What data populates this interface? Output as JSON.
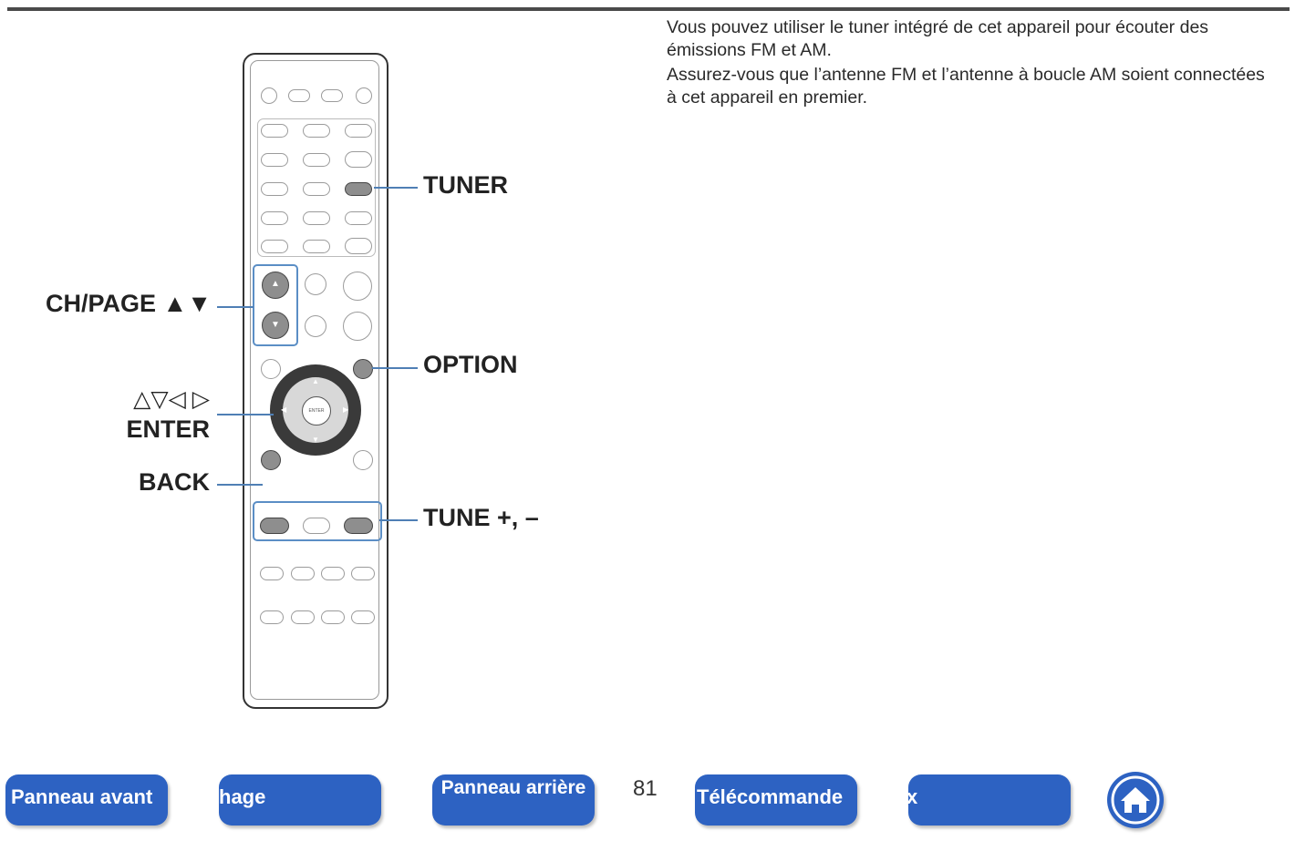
{
  "intro": {
    "line1": "Vous pouvez utiliser le tuner intégré de cet appareil pour écouter des émissions FM et AM.",
    "line2": "Assurez-vous que l’antenne FM et l’antenne à boucle AM soient connectées à cet appareil en premier."
  },
  "callouts": {
    "tuner": "TUNER",
    "ch_page": "CH/PAGE ▲▼",
    "option": "OPTION",
    "cursor_arrows": "△▽◁ ▷",
    "enter": "ENTER",
    "back": "BACK",
    "tune": "TUNE +, –"
  },
  "remote_labels": {
    "enter_center": "ENTER"
  },
  "nav": {
    "front_panel": "Panneau avant",
    "display": "hage",
    "rear_panel": "Panneau arrière",
    "remote": "Télécommande",
    "index": "x"
  },
  "page_number": "81",
  "colors": {
    "nav_blue": "#2d62c2",
    "callout_line": "#4f7fb5"
  }
}
